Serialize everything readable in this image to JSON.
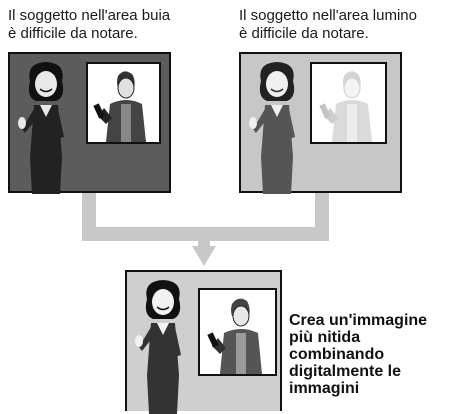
{
  "captions": {
    "dark": [
      "Il soggetto nell'area buia",
      "è difficile da notare."
    ],
    "bright": [
      "Il soggetto nell'area lumino",
      "è difficile da notare."
    ]
  },
  "description": [
    "Crea un'immagine",
    "più nitida",
    "combinando",
    "digitalmente le",
    "immagini"
  ],
  "colors": {
    "dark_panel": "#5c5c5c",
    "bright_panel": "#c7c7c7",
    "result_panel": "#cfcfcf",
    "connector": "#c8c8c8",
    "outline": "#111111"
  },
  "icons": {
    "woman": "woman-figure-icon",
    "man": "man-with-phone-icon",
    "arrow": "down-arrow-icon"
  }
}
